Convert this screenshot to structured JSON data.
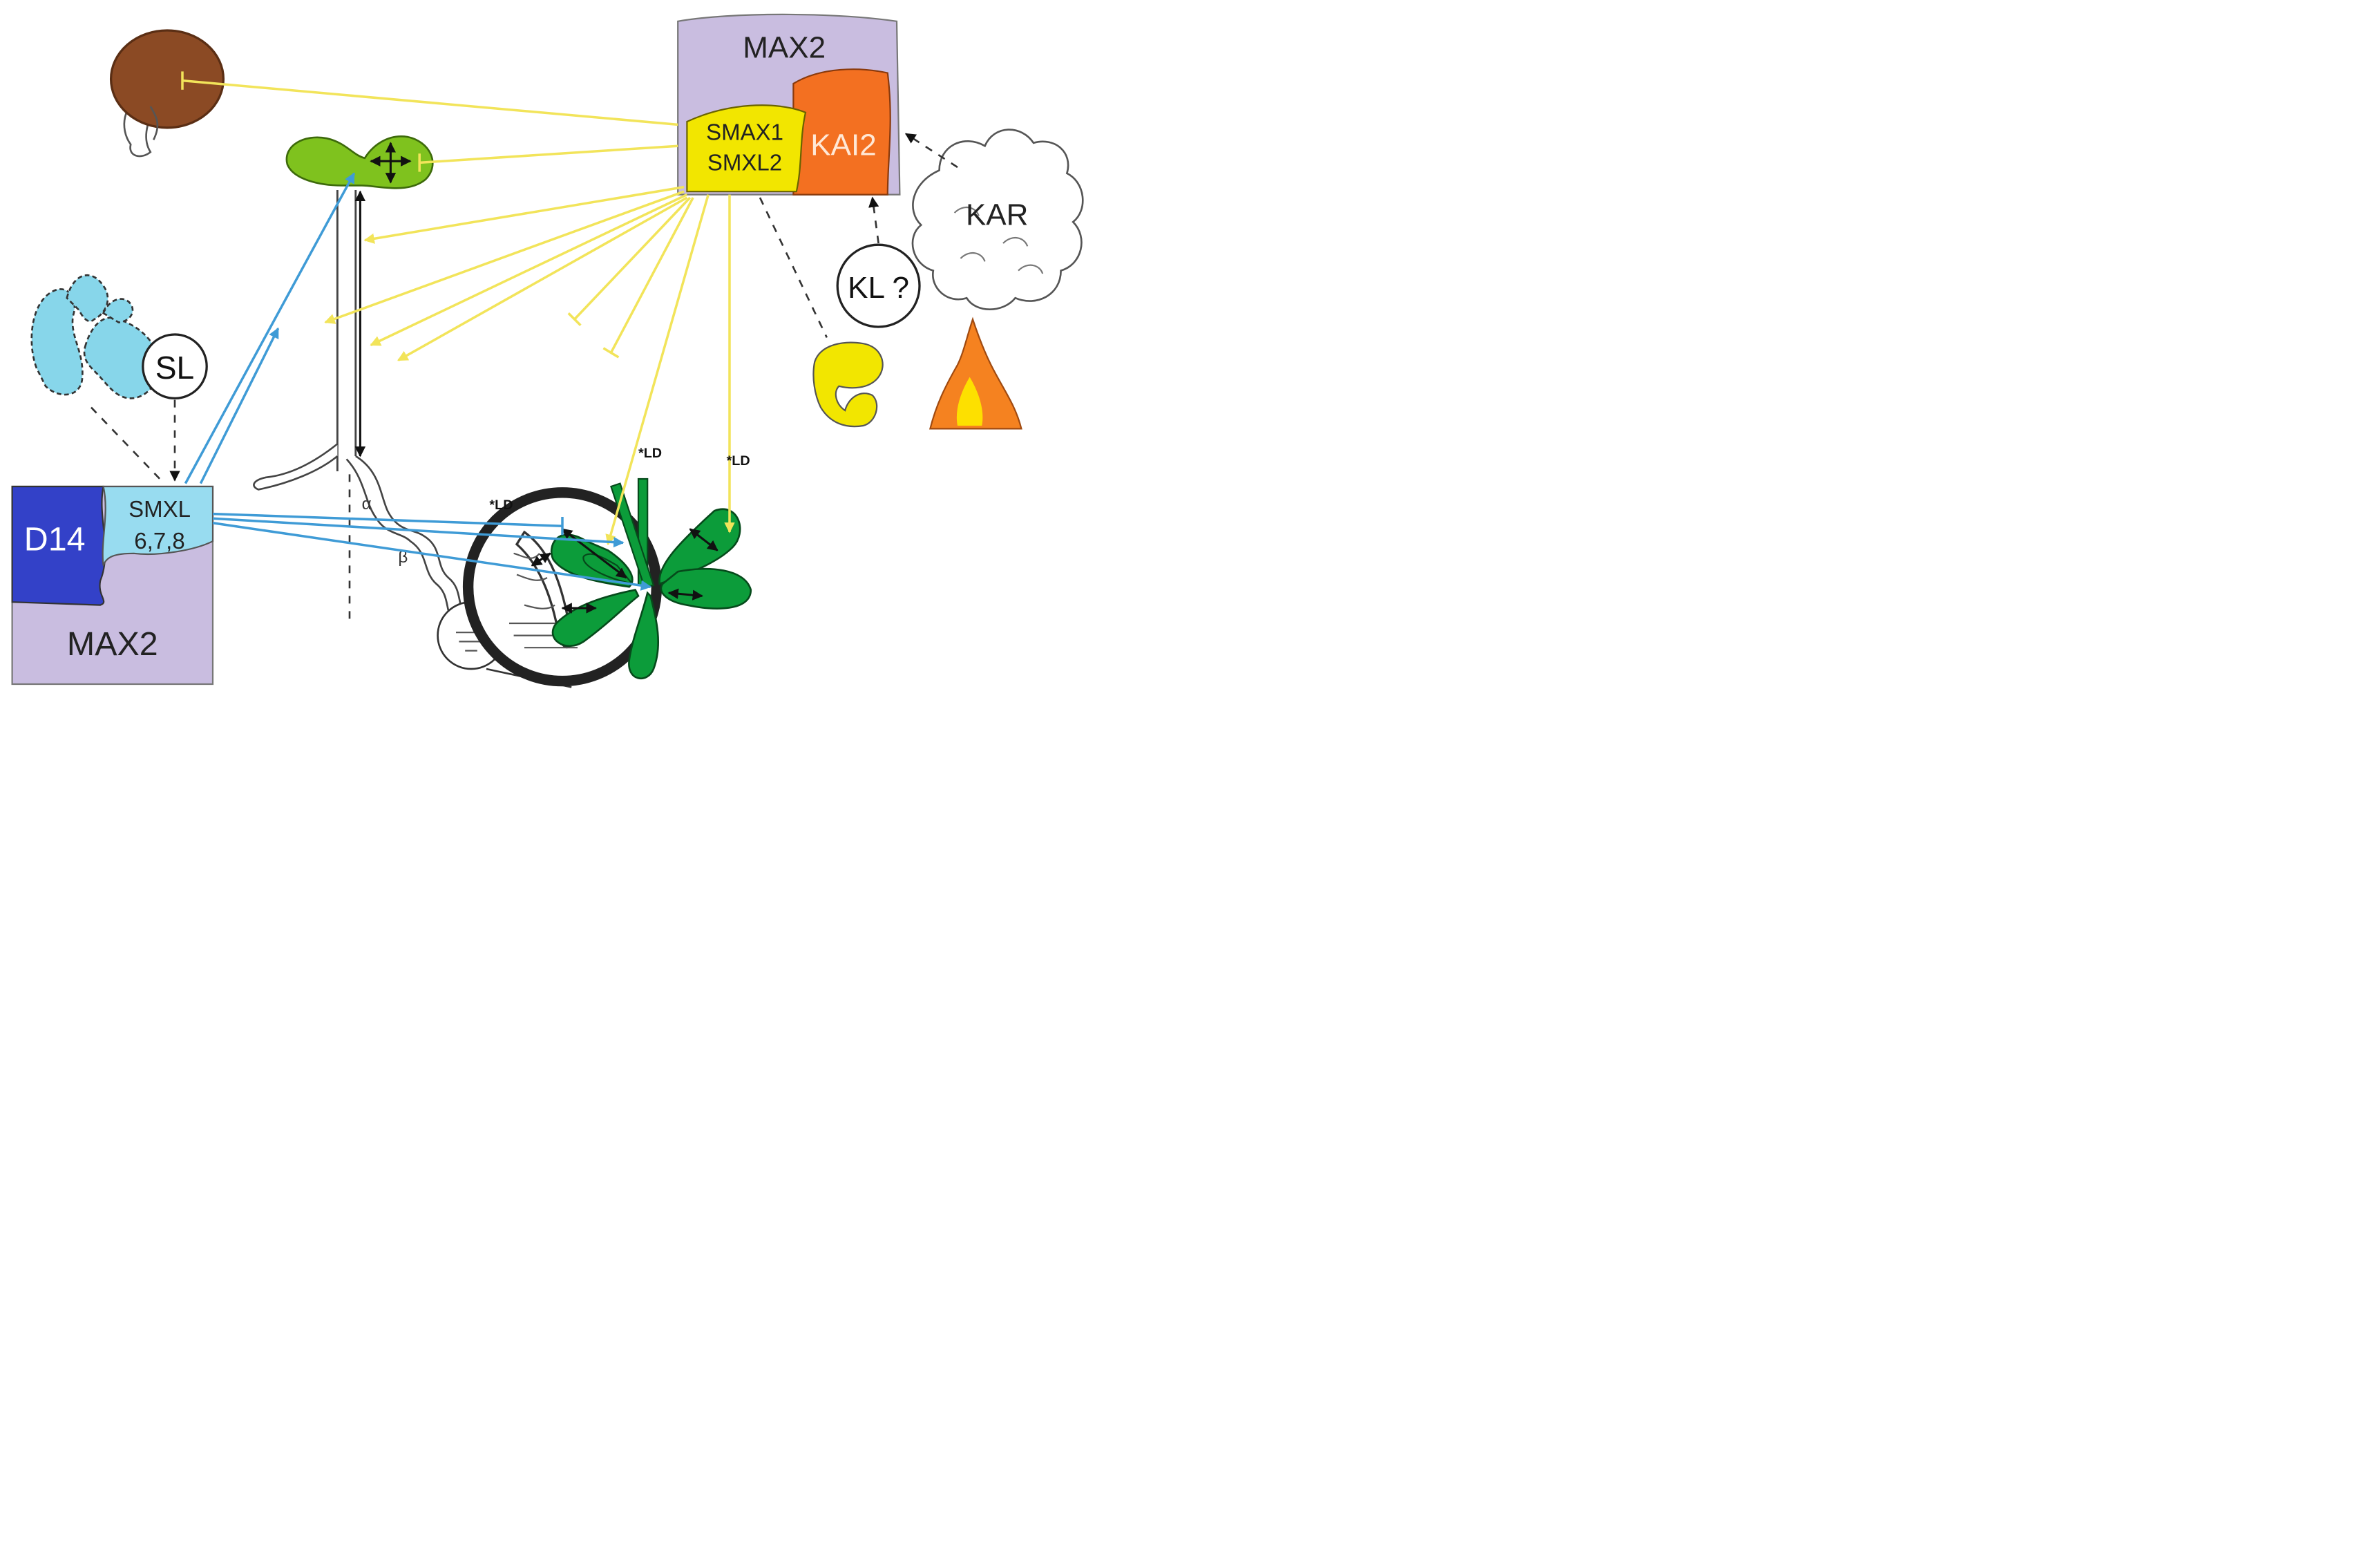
{
  "complexes": {
    "karrikin": {
      "max2_label": "MAX2",
      "smax1_label": "SMAX1",
      "smxl2_label": "SMXL2",
      "kai2_label": "KAI2"
    },
    "strigolactone": {
      "d14_label": "D14",
      "smxl_label": "SMXL",
      "smxl_numbers": "6,7,8",
      "max2_label": "MAX2"
    }
  },
  "ligands": {
    "sl_label": "SL",
    "kl_label": "KL ?",
    "kar_label": "KAR"
  },
  "annotations": {
    "ld_1": "*LD",
    "ld_2": "*LD",
    "ld_3": "*LD",
    "alpha": "α",
    "beta": "β"
  },
  "colors": {
    "max2": "#c9bde0",
    "smax1": "#f2e600",
    "kai2": "#f37021",
    "d14": "#3341c8",
    "smxl678": "#98dcf0",
    "karrikin_signal": "#f7ef4a",
    "strigolactone_signal": "#3f9bd6",
    "rosette": "#0c9c3a",
    "cotyledon": "#7fc21e",
    "seed": "#8b4a24",
    "symbiont": "#87d6ea",
    "fire_outer": "#f58220",
    "fire_inner": "#fde000"
  }
}
